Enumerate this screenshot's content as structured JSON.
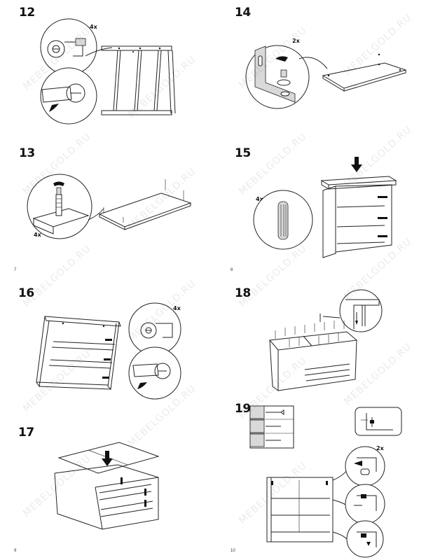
{
  "watermark": "MEBELGOLD.RU",
  "pages": [
    {
      "number": "7"
    },
    {
      "number": "8"
    },
    {
      "number": "9"
    },
    {
      "number": "10"
    }
  ],
  "steps": {
    "s12": {
      "number": "12",
      "quantity": "4x"
    },
    "s13": {
      "number": "13",
      "quantity": "4x"
    },
    "s14": {
      "number": "14",
      "quantity": "2x"
    },
    "s15": {
      "number": "15",
      "quantity": "4x"
    },
    "s16": {
      "number": "16",
      "quantity": "4x"
    },
    "s17": {
      "number": "17"
    },
    "s18": {
      "number": "18"
    },
    "s19": {
      "number": "19",
      "quantity": "2x"
    }
  },
  "icons": [
    "cam-lock-icon",
    "screwdriver-icon",
    "dowel-icon",
    "bracket-icon",
    "nail-icon",
    "wall-anchor-icon",
    "push-arrow-icon"
  ]
}
